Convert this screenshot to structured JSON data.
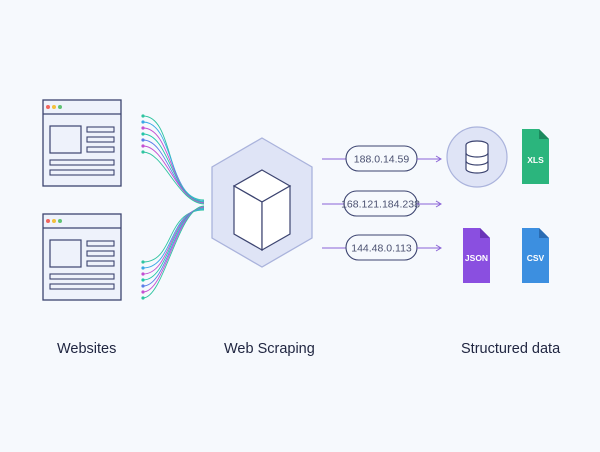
{
  "captions": {
    "websites": "Websites",
    "scraping": "Web Scraping",
    "structured": "Structured data"
  },
  "ips": [
    "188.0.14.59",
    "168.121.184.238",
    "144.48.0.113"
  ],
  "files": [
    {
      "label": "XLS",
      "color": "#2bb57d",
      "fold": "#1c8a5e",
      "icon": "xls-file-icon"
    },
    {
      "label": "JSON",
      "color": "#8a4fe0",
      "fold": "#6a34b8",
      "icon": "json-file-icon"
    },
    {
      "label": "CSV",
      "color": "#3c8fe0",
      "fold": "#2a6cb3",
      "icon": "csv-file-icon"
    }
  ],
  "colors": {
    "outline": "#3c4470",
    "hexFill": "#dfe4f6",
    "hexStroke": "#aab3dc",
    "arrow": "#8a63d6",
    "dotRed": "#f0655e",
    "dotYellow": "#f3c13b",
    "dotGreen": "#5fc374"
  }
}
